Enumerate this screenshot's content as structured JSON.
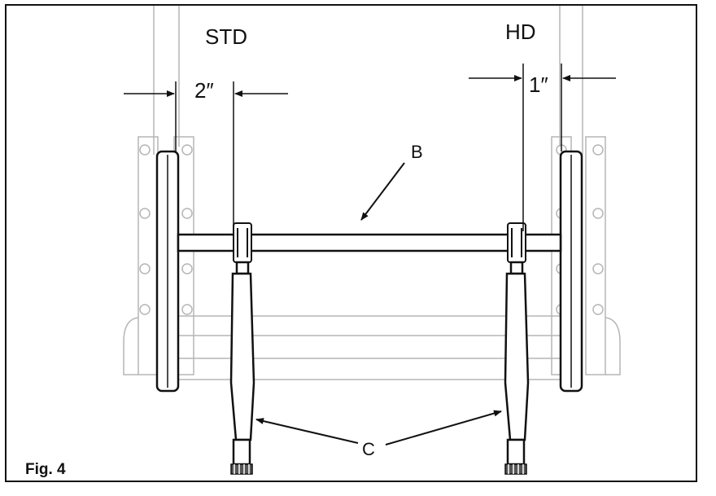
{
  "figure": {
    "caption": "Fig. 4",
    "label_std": "STD",
    "label_hd": "HD",
    "dim_std": "2″",
    "dim_hd": "1″",
    "callout_b": "B",
    "callout_c": "C"
  },
  "colors": {
    "line": "#111111",
    "ghost": "#b5b5b5",
    "background": "#ffffff"
  }
}
